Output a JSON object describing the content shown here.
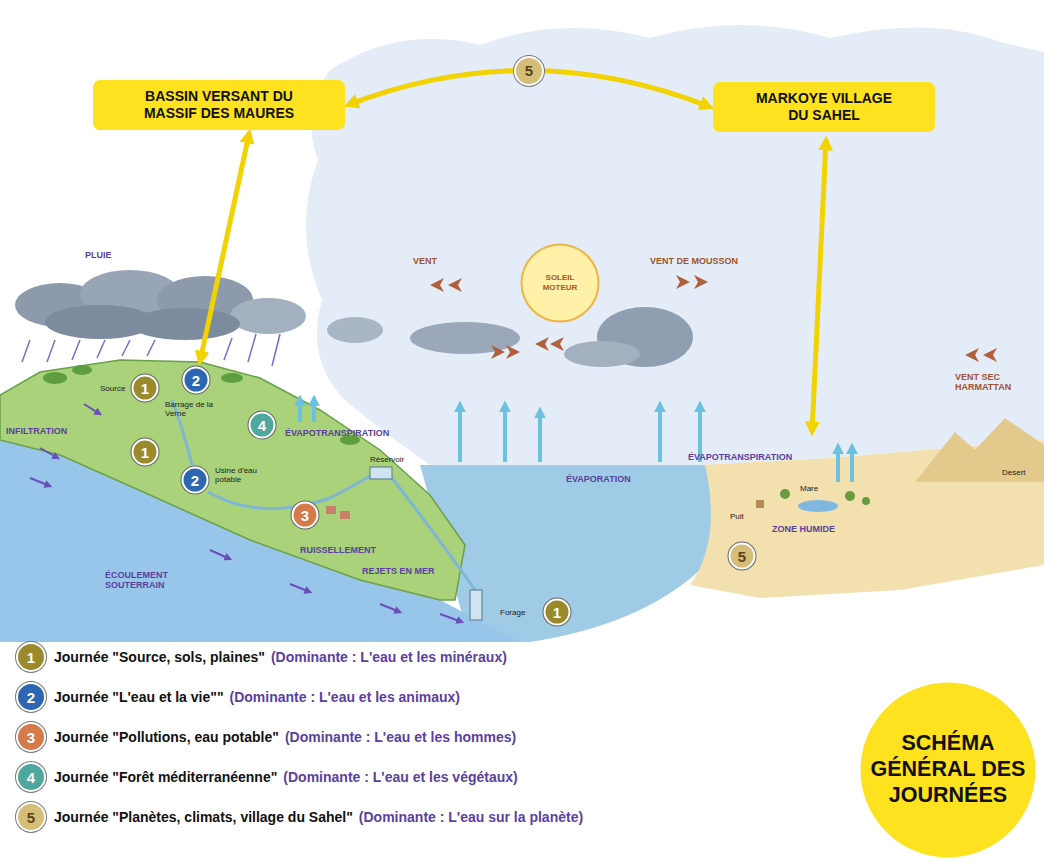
{
  "diagram": {
    "nodes": [
      {
        "text": [
          "BASSIN VERSANT DU MASSIF DES MAURES"
        ]
      },
      {
        "text": [
          "MARKOYE VILLAGE DU SAHEL"
        ]
      },
      {
        "text": [
          "SOLEIL MOTEUR"
        ]
      },
      {
        "text": [
          "1"
        ]
      },
      {
        "text": [
          "2"
        ]
      },
      {
        "text": [
          "1"
        ]
      },
      {
        "text": [
          "4"
        ]
      },
      {
        "text": [
          "2"
        ]
      },
      {
        "text": [
          "3"
        ]
      },
      {
        "text": [
          "5"
        ]
      },
      {
        "text": [
          "1"
        ]
      },
      {
        "text": [
          "SCHÉMA GÉNÉRAL DES JOURNÉES"
        ]
      }
    ],
    "edges": [
      {
        "from": 0,
        "to": 1,
        "arrow": "both",
        "label": "5"
      },
      {
        "from": 0,
        "to": 4,
        "arrow": "both"
      }
    ],
    "labels": [
      "PLUIE",
      "INFILTRATION",
      "Source",
      "Barrage de la Verne",
      "ÉVAPOTRANSPIRATION",
      "Réservoir",
      "Usine d'eau potable",
      "RUISSELLEMENT",
      "ÉCOULEMENT SOUTERRAIN",
      "REJETS EN MER",
      "Forage",
      "VENT",
      "VENT DE MOUSSON",
      "ÉVAPORATION",
      "ÉVAPOTRANSPIRATION",
      "VENT SEC HARMATTAN",
      "Puit",
      "Mare",
      "ZONE HUMIDE",
      "Desert",
      "1",
      "2",
      "3",
      "4",
      "5",
      "(Dominante : L'eau et les minéraux)",
      "(Dominante : L'eau et les animaux)",
      "(Dominante : L'eau et les hommes)",
      "(Dominante : L'eau et les végétaux)",
      "(Dominante : L'eau sur la planète)"
    ],
    "legend": [
      {
        "text": "Journée \"Source, sols, plaines\"",
        "color": "#9b8a2c"
      },
      {
        "text": "Journée \"L'eau et la vie\"\"",
        "color": "#2e67b1"
      },
      {
        "text": "Journée \"Pollutions, eau potable\"",
        "color": "#d67a4c"
      },
      {
        "text": "Journée \"Forêt méditerranéenne\"",
        "color": "#4ea89e"
      },
      {
        "text": "Journée \"Planètes, climats, village du Sahel\"",
        "color": "#d6bd78"
      }
    ]
  }
}
